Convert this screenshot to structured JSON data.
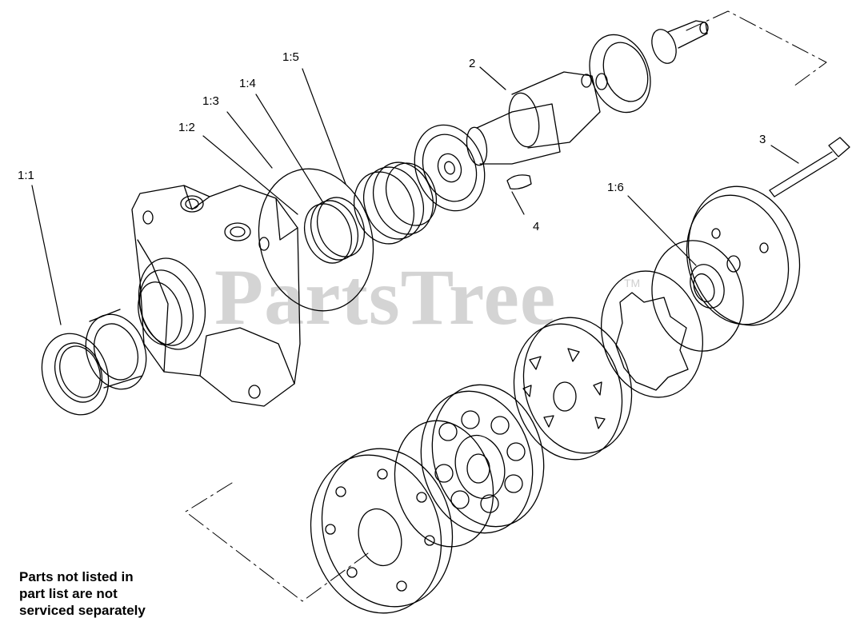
{
  "watermark": {
    "text": "PartsTree",
    "trademark": "TM"
  },
  "callouts": [
    {
      "id": "1:1",
      "label": "1:1"
    },
    {
      "id": "1:2",
      "label": "1:2"
    },
    {
      "id": "1:3",
      "label": "1:3"
    },
    {
      "id": "1:4",
      "label": "1:4"
    },
    {
      "id": "1:5",
      "label": "1:5"
    },
    {
      "id": "1:6",
      "label": "1:6"
    },
    {
      "id": "2",
      "label": "2"
    },
    {
      "id": "3",
      "label": "3"
    },
    {
      "id": "4",
      "label": "4"
    }
  ],
  "note": {
    "lines": [
      "Parts not listed in",
      "part list are not",
      "serviced separately"
    ]
  },
  "colors": {
    "line": "#000000",
    "watermark": "#d4d4d4",
    "background": "#ffffff"
  }
}
